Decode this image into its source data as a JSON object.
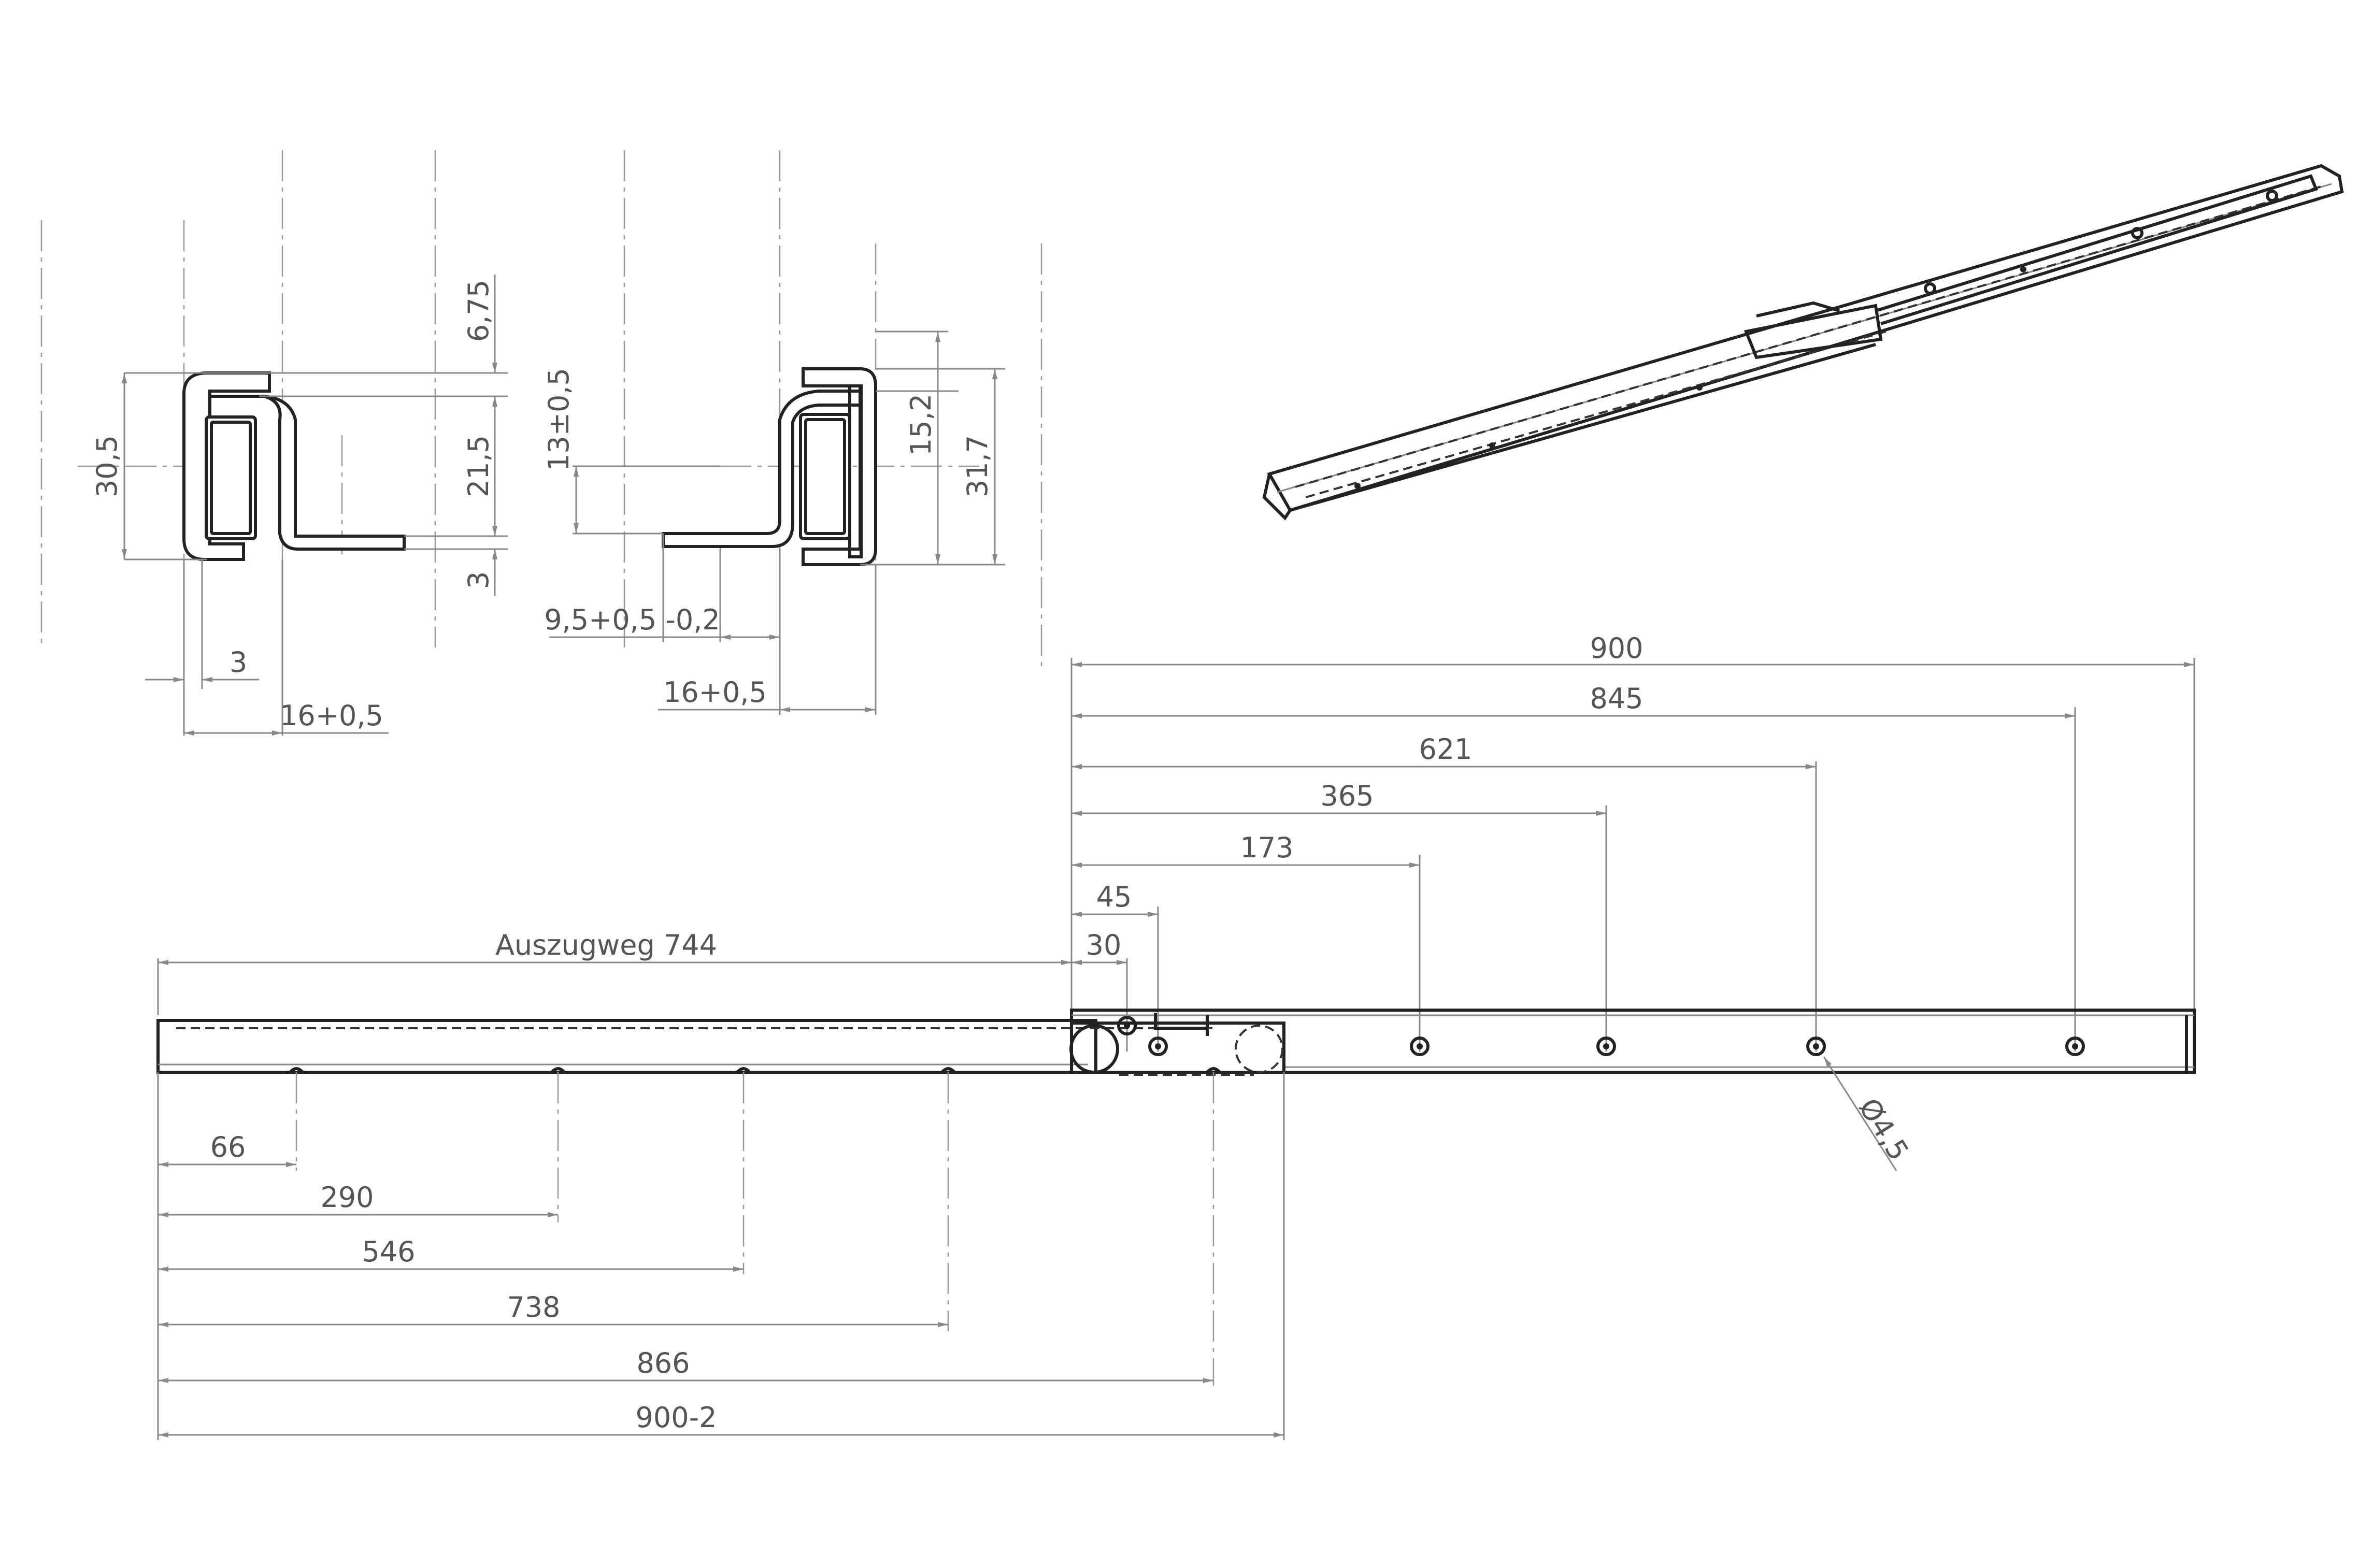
{
  "section_left": {
    "dims": {
      "height_total": "30,5",
      "top_offset": "6,75",
      "inner": "21,5",
      "bottom": "3",
      "wall": "3",
      "width": "16+0,5"
    }
  },
  "section_right": {
    "dims": {
      "center_height": "13±0,5",
      "height_inner": "15,2",
      "height_total": "31,7",
      "flange_offset": "9,5+0,5 -0,2",
      "width": "16+0,5"
    }
  },
  "plan": {
    "top_dims": [
      "900",
      "845",
      "621",
      "365",
      "173",
      "45",
      "30"
    ],
    "travel_label": "Auszugweg 744",
    "bottom_dims": [
      "66",
      "290",
      "546",
      "738",
      "866",
      "900-2"
    ],
    "hole_diameter": "Ø4,5"
  }
}
